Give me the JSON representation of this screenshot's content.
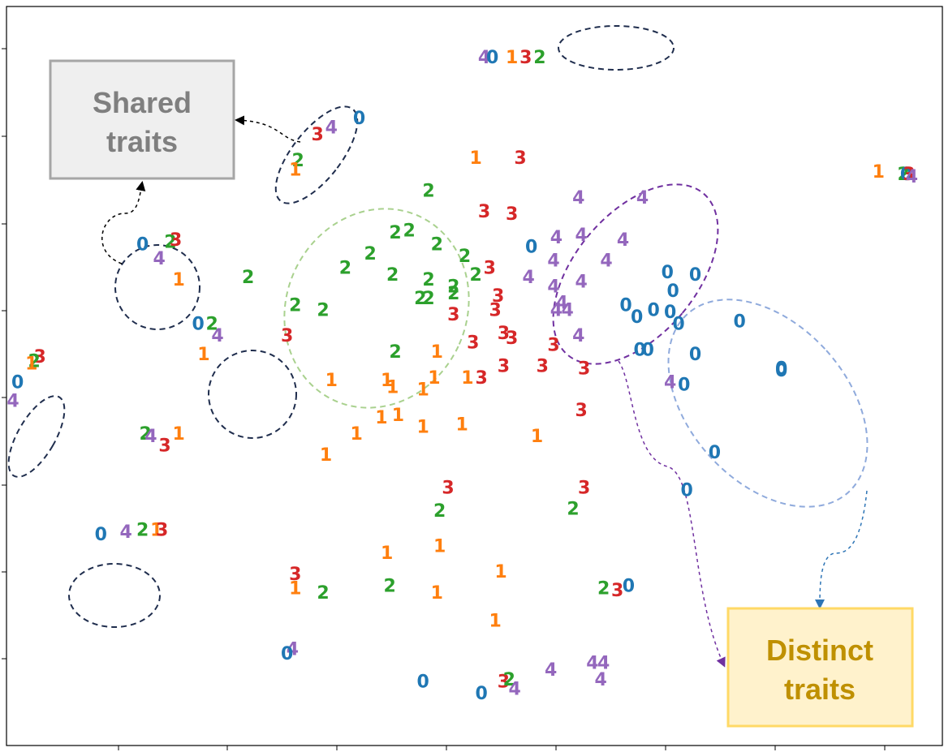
{
  "colors": {
    "class_0": "#1f77b4",
    "class_1": "#ff7f0e",
    "class_2": "#2ca02c",
    "class_3": "#d62728",
    "class_4": "#9467bd",
    "shared_box_fill": "#efefef",
    "shared_box_stroke": "#a6a6a6",
    "shared_text": "#7f7f7f",
    "distinct_box_fill": "#fff2cc",
    "distinct_box_stroke": "#ffd966",
    "distinct_text": "#bf9000",
    "shared_ellipse": "#1f2d4d",
    "ellipse_2": "#a9d18e",
    "ellipse_4": "#7030a0",
    "ellipse_0": "#8faadc"
  },
  "annotations": {
    "shared_line1": "Shared",
    "shared_line2": "traits",
    "distinct_line1": "Distinct",
    "distinct_line2": "traits"
  },
  "chart_data": {
    "type": "scatter",
    "title": "",
    "xlabel": "",
    "ylabel": "",
    "xlim": [
      -15.3,
      18.4
    ],
    "ylim": [
      -15.6,
      16.0
    ],
    "grid": false,
    "legend": "none",
    "tick_labels_shown": false,
    "marker": "class digit glyph",
    "points": [
      {
        "x": 1.9,
        "y": 13.8,
        "label": "4"
      },
      {
        "x": 2.2,
        "y": 13.8,
        "label": "0"
      },
      {
        "x": 2.9,
        "y": 13.8,
        "label": "1"
      },
      {
        "x": 3.4,
        "y": 13.8,
        "label": "3"
      },
      {
        "x": 3.9,
        "y": 13.8,
        "label": "2"
      },
      {
        "x": -2.6,
        "y": 11.2,
        "label": "0"
      },
      {
        "x": -3.6,
        "y": 10.8,
        "label": "4"
      },
      {
        "x": -4.1,
        "y": 10.5,
        "label": "3"
      },
      {
        "x": -4.8,
        "y": 9.4,
        "label": "2"
      },
      {
        "x": -4.9,
        "y": 9.0,
        "label": "1"
      },
      {
        "x": 1.6,
        "y": 9.5,
        "label": "1"
      },
      {
        "x": 3.2,
        "y": 9.5,
        "label": "3"
      },
      {
        "x": 16.1,
        "y": 8.9,
        "label": "1"
      },
      {
        "x": 17.0,
        "y": 8.8,
        "label": "2"
      },
      {
        "x": 17.1,
        "y": 8.8,
        "label": "0"
      },
      {
        "x": 17.2,
        "y": 8.8,
        "label": "3"
      },
      {
        "x": 17.3,
        "y": 8.7,
        "label": "4"
      },
      {
        "x": -0.1,
        "y": 8.1,
        "label": "2"
      },
      {
        "x": 5.3,
        "y": 7.8,
        "label": "4"
      },
      {
        "x": 7.6,
        "y": 7.8,
        "label": "4"
      },
      {
        "x": 1.9,
        "y": 7.2,
        "label": "3"
      },
      {
        "x": 2.9,
        "y": 7.1,
        "label": "3"
      },
      {
        "x": -1.3,
        "y": 6.3,
        "label": "2"
      },
      {
        "x": -0.8,
        "y": 6.4,
        "label": "2"
      },
      {
        "x": 4.5,
        "y": 6.1,
        "label": "4"
      },
      {
        "x": 5.4,
        "y": 6.2,
        "label": "4"
      },
      {
        "x": 6.9,
        "y": 6.0,
        "label": "4"
      },
      {
        "x": 0.2,
        "y": 5.8,
        "label": "2"
      },
      {
        "x": 3.6,
        "y": 5.7,
        "label": "0"
      },
      {
        "x": -10.4,
        "y": 5.8,
        "label": "0"
      },
      {
        "x": -9.4,
        "y": 5.9,
        "label": "2"
      },
      {
        "x": -9.2,
        "y": 6.0,
        "label": "3"
      },
      {
        "x": -2.2,
        "y": 5.4,
        "label": "2"
      },
      {
        "x": 1.2,
        "y": 5.3,
        "label": "2"
      },
      {
        "x": -9.8,
        "y": 5.2,
        "label": "4"
      },
      {
        "x": 4.4,
        "y": 5.1,
        "label": "4"
      },
      {
        "x": 6.3,
        "y": 5.1,
        "label": "4"
      },
      {
        "x": 2.1,
        "y": 4.8,
        "label": "3"
      },
      {
        "x": -3.1,
        "y": 4.8,
        "label": "2"
      },
      {
        "x": -1.4,
        "y": 4.5,
        "label": "2"
      },
      {
        "x": -0.1,
        "y": 4.3,
        "label": "2"
      },
      {
        "x": 1.6,
        "y": 4.5,
        "label": "2"
      },
      {
        "x": -9.1,
        "y": 4.3,
        "label": "1"
      },
      {
        "x": -6.6,
        "y": 4.4,
        "label": "2"
      },
      {
        "x": 3.5,
        "y": 4.4,
        "label": "4"
      },
      {
        "x": 4.4,
        "y": 4.0,
        "label": "4"
      },
      {
        "x": 5.4,
        "y": 4.2,
        "label": "4"
      },
      {
        "x": 0.8,
        "y": 4.0,
        "label": "2"
      },
      {
        "x": 0.8,
        "y": 3.7,
        "label": "2"
      },
      {
        "x": 8.5,
        "y": 4.6,
        "label": "0"
      },
      {
        "x": 9.5,
        "y": 4.5,
        "label": "0"
      },
      {
        "x": 8.7,
        "y": 3.8,
        "label": "0"
      },
      {
        "x": -0.4,
        "y": 3.5,
        "label": "2"
      },
      {
        "x": -0.1,
        "y": 3.5,
        "label": "2"
      },
      {
        "x": 2.4,
        "y": 3.6,
        "label": "3"
      },
      {
        "x": -4.9,
        "y": 3.2,
        "label": "2"
      },
      {
        "x": -3.9,
        "y": 3.0,
        "label": "2"
      },
      {
        "x": 4.7,
        "y": 3.3,
        "label": "4"
      },
      {
        "x": 4.5,
        "y": 3.0,
        "label": "4"
      },
      {
        "x": 4.9,
        "y": 3.0,
        "label": "4"
      },
      {
        "x": 2.3,
        "y": 3.0,
        "label": "3"
      },
      {
        "x": 7.0,
        "y": 3.2,
        "label": "0"
      },
      {
        "x": 8.0,
        "y": 3.0,
        "label": "0"
      },
      {
        "x": 8.6,
        "y": 2.9,
        "label": "0"
      },
      {
        "x": 0.8,
        "y": 2.8,
        "label": "3"
      },
      {
        "x": 7.4,
        "y": 2.7,
        "label": "0"
      },
      {
        "x": 11.1,
        "y": 2.5,
        "label": "0"
      },
      {
        "x": 8.9,
        "y": 2.4,
        "label": "0"
      },
      {
        "x": -8.4,
        "y": 2.4,
        "label": "0"
      },
      {
        "x": -7.9,
        "y": 2.4,
        "label": "2"
      },
      {
        "x": -7.7,
        "y": 1.9,
        "label": "4"
      },
      {
        "x": -5.2,
        "y": 1.9,
        "label": "3"
      },
      {
        "x": 5.3,
        "y": 1.9,
        "label": "4"
      },
      {
        "x": 2.6,
        "y": 2.0,
        "label": "3"
      },
      {
        "x": 2.9,
        "y": 1.8,
        "label": "3"
      },
      {
        "x": 1.5,
        "y": 1.6,
        "label": "3"
      },
      {
        "x": 4.4,
        "y": 1.5,
        "label": "3"
      },
      {
        "x": -8.2,
        "y": 1.1,
        "label": "1"
      },
      {
        "x": -1.3,
        "y": 1.2,
        "label": "2"
      },
      {
        "x": 0.2,
        "y": 1.2,
        "label": "1"
      },
      {
        "x": 7.5,
        "y": 1.3,
        "label": "0"
      },
      {
        "x": 7.8,
        "y": 1.3,
        "label": "0"
      },
      {
        "x": 9.5,
        "y": 1.1,
        "label": "0"
      },
      {
        "x": -14.1,
        "y": 1.0,
        "label": "3"
      },
      {
        "x": -14.3,
        "y": 0.8,
        "label": "2"
      },
      {
        "x": -14.4,
        "y": 0.7,
        "label": "1"
      },
      {
        "x": 2.6,
        "y": 0.6,
        "label": "3"
      },
      {
        "x": 4.0,
        "y": 0.6,
        "label": "3"
      },
      {
        "x": 5.5,
        "y": 0.5,
        "label": "3"
      },
      {
        "x": 12.6,
        "y": 0.5,
        "label": "0"
      },
      {
        "x": 12.6,
        "y": 0.4,
        "label": "0"
      },
      {
        "x": -14.9,
        "y": -0.1,
        "label": "0"
      },
      {
        "x": -3.6,
        "y": 0.0,
        "label": "1"
      },
      {
        "x": -1.6,
        "y": 0.0,
        "label": "1"
      },
      {
        "x": 0.1,
        "y": 0.1,
        "label": "1"
      },
      {
        "x": 1.3,
        "y": 0.1,
        "label": "1"
      },
      {
        "x": 1.8,
        "y": 0.1,
        "label": "3"
      },
      {
        "x": 8.6,
        "y": -0.1,
        "label": "4"
      },
      {
        "x": 9.1,
        "y": -0.2,
        "label": "0"
      },
      {
        "x": -1.4,
        "y": -0.3,
        "label": "1"
      },
      {
        "x": -0.3,
        "y": -0.4,
        "label": "1"
      },
      {
        "x": -15.3,
        "y": -0.9,
        "label": "4"
      },
      {
        "x": 5.4,
        "y": -1.3,
        "label": "3"
      },
      {
        "x": -1.8,
        "y": -1.6,
        "label": "1"
      },
      {
        "x": -1.2,
        "y": -1.5,
        "label": "1"
      },
      {
        "x": -0.3,
        "y": -2.0,
        "label": "1"
      },
      {
        "x": 1.1,
        "y": -1.9,
        "label": "1"
      },
      {
        "x": -10.3,
        "y": -2.3,
        "label": "2"
      },
      {
        "x": -10.1,
        "y": -2.4,
        "label": "4"
      },
      {
        "x": -9.1,
        "y": -2.3,
        "label": "1"
      },
      {
        "x": -9.6,
        "y": -2.8,
        "label": "3"
      },
      {
        "x": -2.7,
        "y": -2.3,
        "label": "1"
      },
      {
        "x": 3.8,
        "y": -2.4,
        "label": "1"
      },
      {
        "x": 10.2,
        "y": -3.1,
        "label": "0"
      },
      {
        "x": -3.8,
        "y": -3.2,
        "label": "1"
      },
      {
        "x": 0.6,
        "y": -4.6,
        "label": "3"
      },
      {
        "x": 5.5,
        "y": -4.6,
        "label": "3"
      },
      {
        "x": 9.2,
        "y": -4.7,
        "label": "0"
      },
      {
        "x": 0.3,
        "y": -5.6,
        "label": "2"
      },
      {
        "x": 5.1,
        "y": -5.5,
        "label": "2"
      },
      {
        "x": -11.9,
        "y": -6.6,
        "label": "0"
      },
      {
        "x": -11.0,
        "y": -6.5,
        "label": "4"
      },
      {
        "x": -10.4,
        "y": -6.4,
        "label": "2"
      },
      {
        "x": -9.9,
        "y": -6.4,
        "label": "1"
      },
      {
        "x": -9.7,
        "y": -6.4,
        "label": "3"
      },
      {
        "x": 0.3,
        "y": -7.1,
        "label": "1"
      },
      {
        "x": -1.6,
        "y": -7.4,
        "label": "1"
      },
      {
        "x": -4.9,
        "y": -8.3,
        "label": "3"
      },
      {
        "x": 2.5,
        "y": -8.2,
        "label": "1"
      },
      {
        "x": -4.9,
        "y": -8.9,
        "label": "1"
      },
      {
        "x": -3.9,
        "y": -9.1,
        "label": "2"
      },
      {
        "x": -1.5,
        "y": -8.8,
        "label": "2"
      },
      {
        "x": 0.2,
        "y": -9.1,
        "label": "1"
      },
      {
        "x": 6.2,
        "y": -8.9,
        "label": "2"
      },
      {
        "x": 6.7,
        "y": -9.0,
        "label": "3"
      },
      {
        "x": 7.1,
        "y": -8.8,
        "label": "0"
      },
      {
        "x": 2.3,
        "y": -10.3,
        "label": "1"
      },
      {
        "x": -5.0,
        "y": -11.5,
        "label": "4"
      },
      {
        "x": -5.2,
        "y": -11.7,
        "label": "0"
      },
      {
        "x": 5.8,
        "y": -12.1,
        "label": "4"
      },
      {
        "x": 6.2,
        "y": -12.1,
        "label": "4"
      },
      {
        "x": 4.3,
        "y": -12.4,
        "label": "4"
      },
      {
        "x": 6.1,
        "y": -12.8,
        "label": "4"
      },
      {
        "x": -0.3,
        "y": -12.9,
        "label": "0"
      },
      {
        "x": 2.6,
        "y": -12.9,
        "label": "3"
      },
      {
        "x": 2.8,
        "y": -12.8,
        "label": "2"
      },
      {
        "x": 3.0,
        "y": -13.2,
        "label": "4"
      },
      {
        "x": 1.8,
        "y": -13.4,
        "label": "0"
      }
    ]
  }
}
